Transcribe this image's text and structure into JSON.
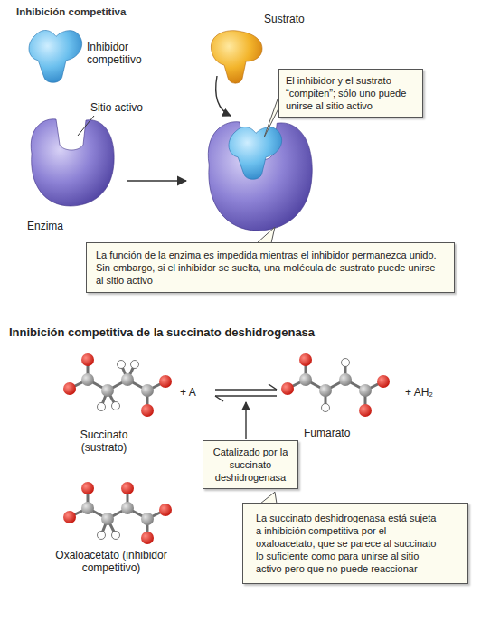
{
  "diagram": {
    "title": "Inhibición competitiva",
    "nodes": [
      {
        "text": [
          "El inhibidor y el sustrato “compiten”; sólo uno puede unirse al sitio activo"
        ]
      },
      {
        "text": [
          "La función de la enzima es impedida mientras el inhibidor permanezca unido. Sin embargo, si el inhibidor se suelta, una molécula de sustrato puede unirse al sitio activo"
        ]
      },
      {
        "text": [
          "Catalizado por la succinato deshidrogenasa"
        ]
      },
      {
        "text": [
          "La succinato deshidrogenasa está sujeta a inhibición competitiva por el oxaloacetato, que se parece al succinato lo suficiente como para unirse al sitio activo pero que no puede reaccionar"
        ]
      }
    ],
    "labels": [
      "Inhibidor competitivo",
      "Sustrato",
      "Sitio activo",
      "Enzima",
      "Innibición competitiva de la succinato deshidrogenasa",
      "Succinato (sustrato)",
      "+ A",
      "Fumarato",
      "+ AH₂",
      "Oxaloacetato (inhibidor competitivo)"
    ]
  }
}
